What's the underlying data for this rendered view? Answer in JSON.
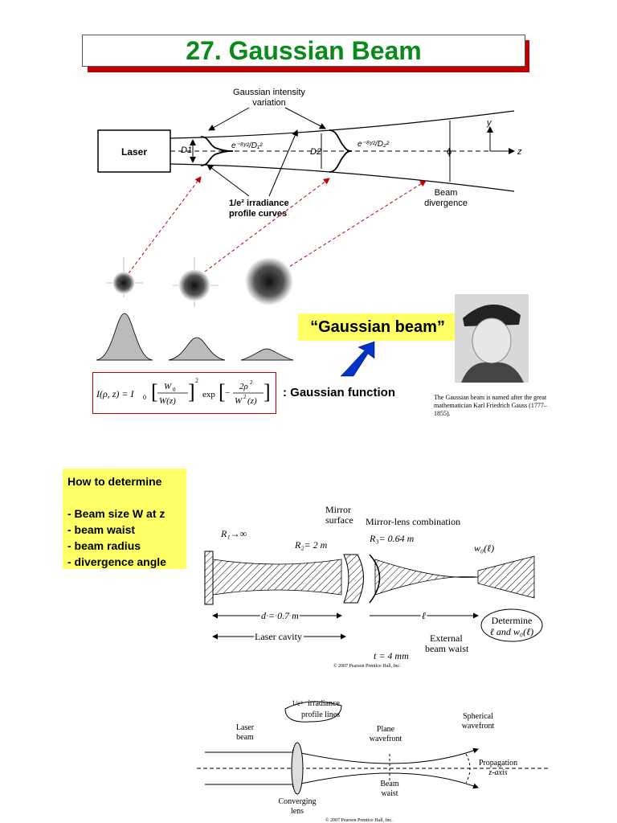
{
  "title": "27. Gaussian Beam",
  "top_diagram": {
    "laser_label": "Laser",
    "intensity_label_1": "Gaussian intensity",
    "intensity_label_2": "variation",
    "d1": "D1",
    "d2": "D2",
    "phi": "ϕ",
    "y_axis": "y",
    "z_axis": "z",
    "irradiance_1": "1/e² irradiance",
    "irradiance_2": "profile curves",
    "divergence_1": "Beam",
    "divergence_2": "divergence"
  },
  "gaussian_beam_label": "“Gaussian beam”",
  "gaussian_function_label": ": Gaussian function",
  "gauss_caption": "The Gaussian beam is named after the great mathematician Karl Friedrich Gauss (1777–1855).",
  "equation": {
    "lhs": "I(ρ, z) = I",
    "w0": "W",
    "wz": "W(z)",
    "exp": "exp",
    "num": "2ρ",
    "den": "W",
    "den_z": "(z)"
  },
  "howto": {
    "heading": "How to determine",
    "items": [
      "- Beam size W at z",
      "- beam waist",
      "- beam radius",
      "- divergence angle"
    ]
  },
  "cavity_diagram": {
    "mirror_surface_1": "Mirror",
    "mirror_surface_2": "surface",
    "mirror_lens": "Mirror-lens combination",
    "r1": "R₁→∞",
    "r2": "R₂= 2 m",
    "r3": "R₃= 0.64 m",
    "w0l": "w₀(ℓ)",
    "d": "d = 0.7 m",
    "ell": "ℓ",
    "cavity": "Laser cavity",
    "external_1": "External",
    "external_2": "beam waist",
    "t": "t = 4 mm",
    "determine_1": "Determine",
    "determine_2": "ℓ and w₀(ℓ)",
    "copyright": "© 2007 Pearson Prentice Hall, Inc."
  },
  "lens_diagram": {
    "irr_1": "irradiance",
    "irr_2": "profile lines",
    "laser_beam_1": "Laser",
    "laser_beam_2": "beam",
    "plane_1": "Plane",
    "plane_2": "wavefront",
    "spherical_1": "Spherical",
    "spherical_2": "wavefront",
    "prop_1": "Propagation",
    "prop_2": "z-axis",
    "waist_1": "Beam",
    "waist_2": "waist",
    "lens_1": "Converging",
    "lens_2": "lens",
    "copyright": "© 2007 Pearson Prentice Hall, Inc."
  }
}
